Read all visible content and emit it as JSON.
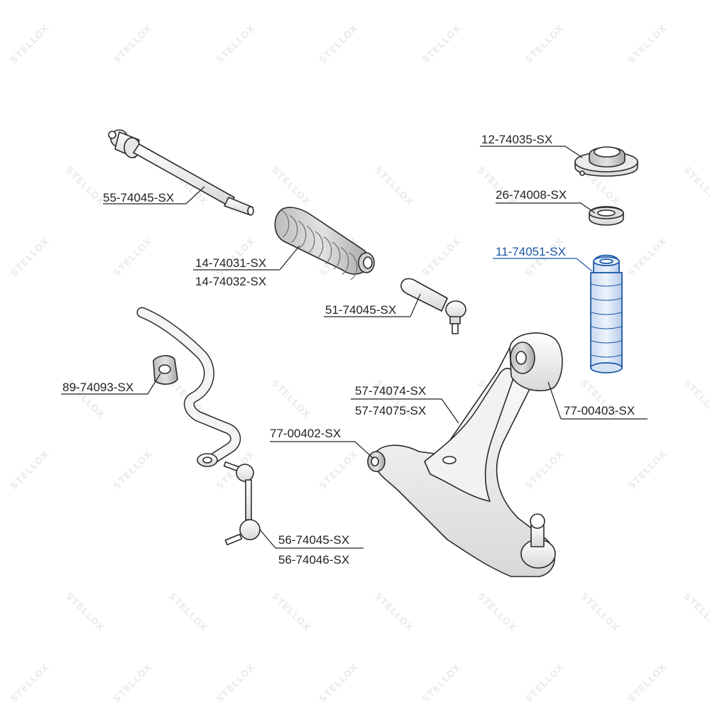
{
  "watermark": {
    "text": "STELLOX",
    "color": "#ececec"
  },
  "highlight_color": "#1d5aa8",
  "part_labels": {
    "steering_rod": "55-74045-SX",
    "boot_1": "14-74031-SX",
    "boot_2": "14-74032-SX",
    "tie_rod_end": "51-74045-SX",
    "stabilizer_bush": "89-74093-SX",
    "control_arm_1": "57-74074-SX",
    "control_arm_2": "57-74075-SX",
    "front_bush": "77-00402-SX",
    "rear_bush": "77-00403-SX",
    "stabilizer_link_1": "56-74045-SX",
    "stabilizer_link_2": "56-74046-SX",
    "strut_mount": "12-74035-SX",
    "bearing": "26-74008-SX",
    "dust_boot": "11-74051-SX"
  },
  "highlighted_part": "dust_boot"
}
